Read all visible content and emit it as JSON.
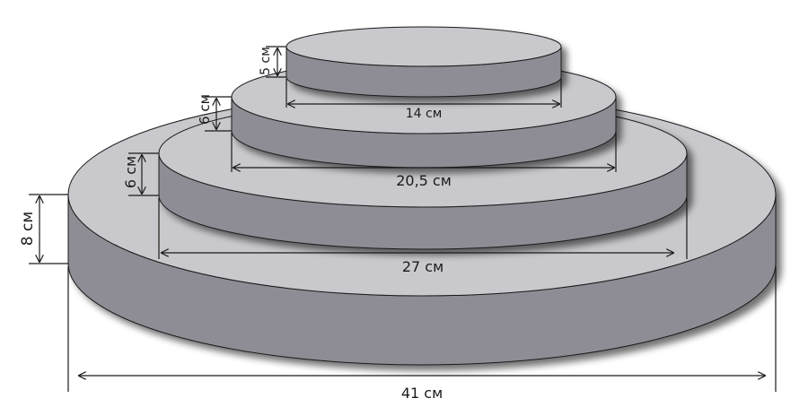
{
  "tiers": [
    {
      "diameter_label": "41 см",
      "height_label": "8 см",
      "side_color": "#8e8d95",
      "top_color": "#c9c8cc"
    },
    {
      "diameter_label": "27 см",
      "height_label": "6 см",
      "side_color": "#8e8d95",
      "top_color": "#c9c8cc"
    },
    {
      "diameter_label": "20,5 см",
      "height_label": "6 см",
      "side_color": "#8e8d95",
      "top_color": "#c9c8cc"
    },
    {
      "diameter_label": "14 см",
      "height_label": "5 см",
      "side_color": "#8e8d95",
      "top_color": "#c9c8cc"
    }
  ],
  "colors": {
    "outline": "#1a1a1a",
    "shadow": "#000000"
  }
}
